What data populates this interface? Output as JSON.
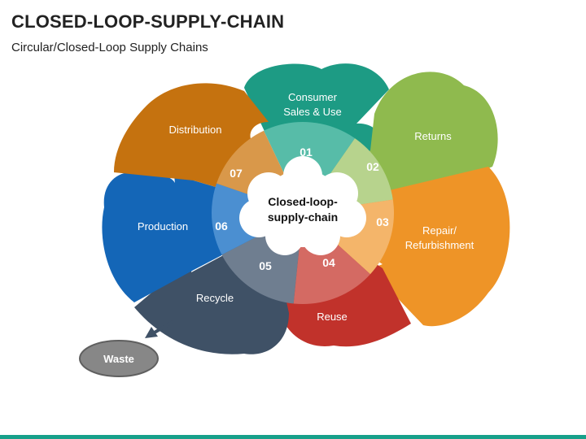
{
  "header": {
    "title": "CLOSED-LOOP-SUPPLY-CHAIN",
    "subtitle": "Circular/Closed-Loop Supply Chains"
  },
  "center": {
    "line1": "Closed-loop-",
    "line2": "supply-chain"
  },
  "segments": [
    {
      "key": "consumer",
      "number": "01",
      "line1": "Consumer",
      "line2": "Sales & Use",
      "color": "#1d9b84"
    },
    {
      "key": "returns",
      "number": "02",
      "line1": "Returns",
      "line2": "",
      "color": "#8fba4e"
    },
    {
      "key": "repair",
      "number": "03",
      "line1": "Repair/",
      "line2": "Refurbishment",
      "color": "#ee9427"
    },
    {
      "key": "reuse",
      "number": "04",
      "line1": "Reuse",
      "line2": "",
      "color": "#c1322b"
    },
    {
      "key": "recycle",
      "number": "05",
      "line1": "Recycle",
      "line2": "",
      "color": "#3f5166"
    },
    {
      "key": "production",
      "number": "06",
      "line1": "Production",
      "line2": "",
      "color": "#1466b7"
    },
    {
      "key": "distribution",
      "number": "07",
      "line1": "Distribution",
      "line2": "",
      "color": "#c5720f"
    }
  ],
  "waste": {
    "label": "Waste",
    "color": "#878787"
  },
  "accent": "#17a08a"
}
